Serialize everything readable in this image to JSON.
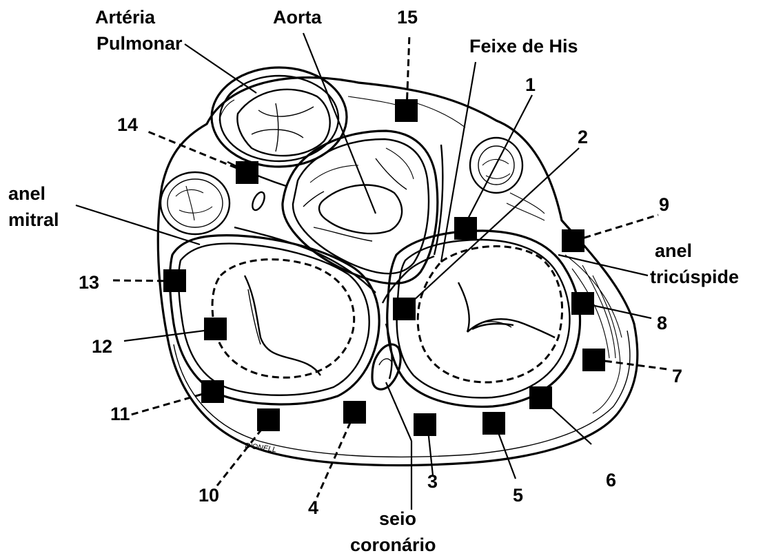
{
  "labels": {
    "pulmonary_artery_line1": "Artéria",
    "pulmonary_artery_line2": "Pulmonar",
    "aorta": "Aorta",
    "his_bundle": "Feixe de His",
    "mitral_ring_line1": "anel",
    "mitral_ring_line2": "mitral",
    "tricuspid_ring_line1": "anel",
    "tricuspid_ring_line2": "tricúspide",
    "coronary_sinus_line1": "seio",
    "coronary_sinus_line2": "coronário",
    "signature": "D'ONELL"
  },
  "sites": [
    "1",
    "2",
    "3",
    "4",
    "5",
    "6",
    "7",
    "8",
    "9",
    "10",
    "11",
    "12",
    "13",
    "14",
    "15"
  ]
}
